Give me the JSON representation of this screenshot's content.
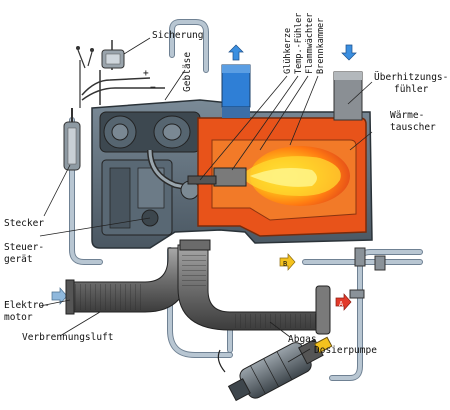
{
  "labels": {
    "sicherung": "Sicherung",
    "geblaese": "Gebläse",
    "gluehkerze": "Glühkerze",
    "temp_fuehler": "Temp.-Fühler",
    "flammwaechter": "Flammwächter",
    "brennkammer": "Brennkammer",
    "ueberhitzung_1": "Überhitzungs-",
    "ueberhitzung_2": "fühler",
    "waerme_1": "Wärme-",
    "waerme_2": "tauscher",
    "stecker": "Stecker",
    "steuer_1": "Steuer-",
    "steuer_2": "gerät",
    "elektro_1": "Elektro-",
    "elektro_2": "motor",
    "verbrennungsluft": "Verbrennungsluft",
    "abgas": "Abgas",
    "dosierpumpe": "Dosierpumpe",
    "marker_b": "B",
    "marker_a": "A",
    "plus": "+",
    "minus": "−"
  },
  "colors": {
    "housing": "#5f6f7c",
    "housing_dark": "#36424c",
    "flame_core": "#ffd21a",
    "flame_mid": "#ff8a10",
    "combustion": "#f0641e",
    "heat_jacket": "#e8531a",
    "water_blue": "#2f7fd6",
    "duct": "#8c8c8c",
    "arrow_blue": "#3b8fe0",
    "arrow_red": "#e23a2a",
    "arrow_yellow": "#f4c21e"
  }
}
